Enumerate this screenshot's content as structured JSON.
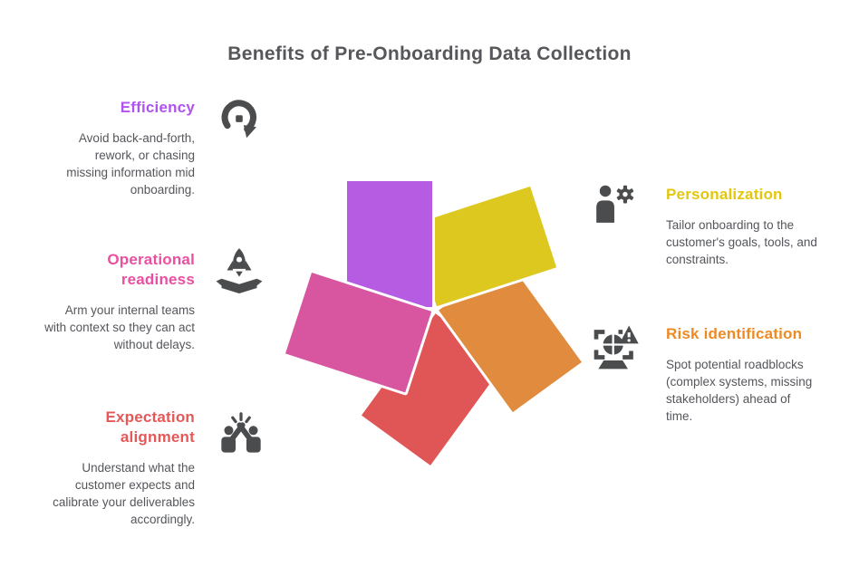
{
  "title": "Benefits of Pre-Onboarding Data Collection",
  "benefits": [
    {
      "id": "efficiency",
      "label": "Efficiency",
      "description": "Avoid back-and-forth, rework, or chasing missing information mid onboarding.",
      "color": "#b253f0",
      "icon": "rotate-arrow-icon",
      "side": "left"
    },
    {
      "id": "personalization",
      "label": "Personalization",
      "description": "Tailor onboarding to the customer's goals, tools, and constraints.",
      "color": "#e3c70f",
      "icon": "user-gear-icon",
      "side": "right"
    },
    {
      "id": "operational-readiness",
      "label": "Operational readiness",
      "description": "Arm your internal teams with context so they can act without delays.",
      "color": "#ea4fa2",
      "icon": "rocket-launch-icon",
      "side": "left"
    },
    {
      "id": "risk-identification",
      "label": "Risk identification",
      "description": "Spot potential roadblocks (complex systems, missing stakeholders) ahead of time.",
      "color": "#ee8a24",
      "icon": "globe-alert-icon",
      "side": "right"
    },
    {
      "id": "expectation-alignment",
      "label": "Expectation alignment",
      "description": "Understand what the customer expects and calibrate your deliverables accordingly.",
      "color": "#e65858",
      "icon": "high-five-icon",
      "side": "left"
    }
  ],
  "pinwheel": {
    "petals": [
      {
        "name": "purple",
        "color": "#b55ce2"
      },
      {
        "name": "yellow",
        "color": "#ddc81f"
      },
      {
        "name": "orange",
        "color": "#e08b3d"
      },
      {
        "name": "red",
        "color": "#e05656"
      },
      {
        "name": "pink",
        "color": "#d8569f"
      }
    ]
  },
  "icon_color": "#4a4c4e",
  "body_text_color": "#54565b",
  "title_color": "#56575b"
}
